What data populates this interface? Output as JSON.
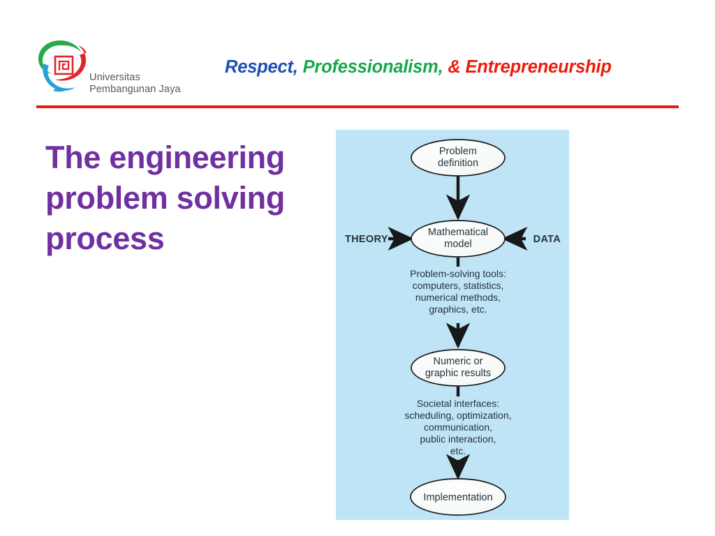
{
  "header": {
    "logo": {
      "name": "universitas-pembangunan-jaya-logo",
      "line1": "Universitas",
      "line2": "Pembangunan Jaya",
      "colors": {
        "green": "#2aa84a",
        "red": "#e1232b",
        "blue": "#2a9fd8",
        "wordmark": "#58585a"
      }
    },
    "tagline": {
      "part1": "Respect,",
      "part1_color": "#1F4FB5",
      "part2": "Professionalism,",
      "part2_color": "#17A84A",
      "part3": "& Entrepreneurship",
      "part3_color": "#EC1C0C"
    },
    "rule_color": "#EC1C0C"
  },
  "title": {
    "line1": "The engineering",
    "line2": "problem solving",
    "line3": "process",
    "color": "#7030A0"
  },
  "figure": {
    "background_color": "#BFE4F5",
    "text_color": "#25323b",
    "nodes": [
      {
        "id": "problem-definition",
        "line1": "Problem",
        "line2": "definition"
      },
      {
        "id": "mathematical-model",
        "line1": "Mathematical",
        "line2": "model"
      },
      {
        "id": "numeric-or-graphic-results",
        "line1": "Numeric or",
        "line2": "graphic results"
      },
      {
        "id": "implementation",
        "line1": "Implementation",
        "line2": ""
      }
    ],
    "side_labels": [
      {
        "id": "theory",
        "text": "THEORY"
      },
      {
        "id": "data",
        "text": "DATA"
      }
    ],
    "annotations": [
      {
        "id": "problem-solving-tools",
        "lines": [
          "Problem-solving tools:",
          "computers, statistics,",
          "numerical methods,",
          "graphics, etc."
        ]
      },
      {
        "id": "societal-interfaces",
        "lines": [
          "Societal interfaces:",
          "scheduling, optimization,",
          "communication,",
          "public interaction,",
          "etc."
        ]
      }
    ]
  }
}
